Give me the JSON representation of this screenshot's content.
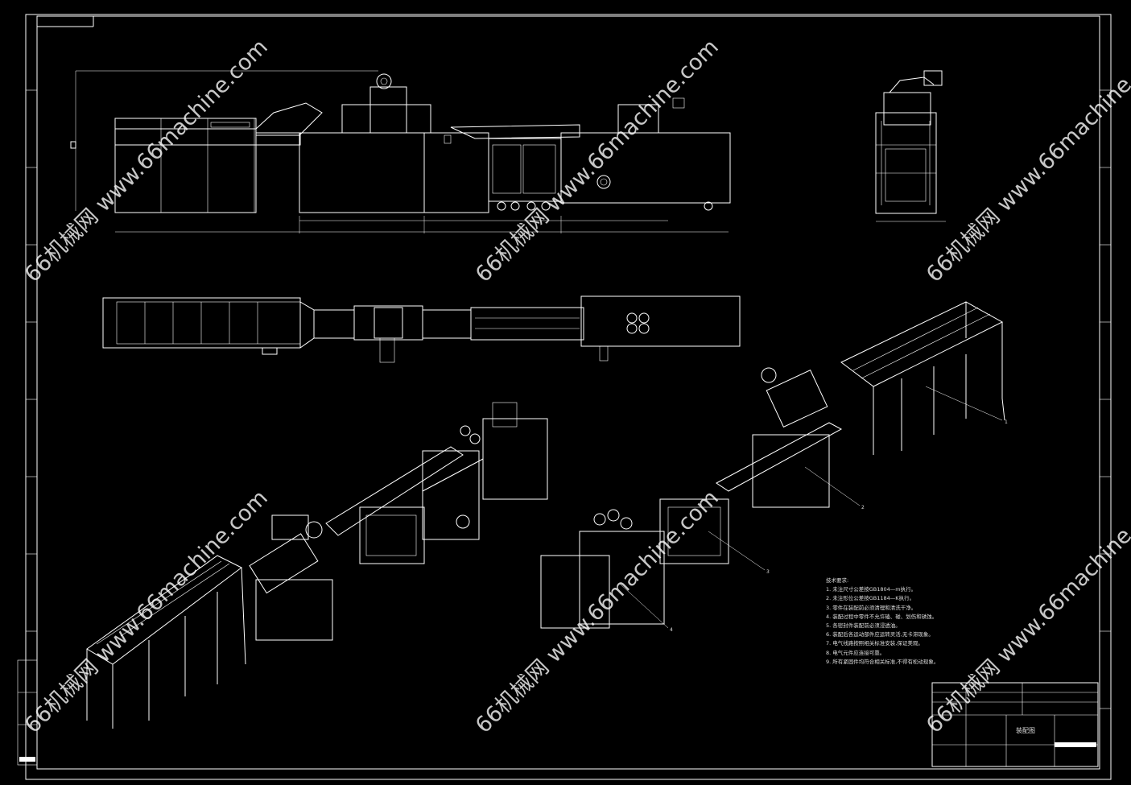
{
  "drawing": {
    "watermark_text": "66机械网 www.66machine.com",
    "watermarks": [
      "66机械网 www.66machine.com",
      "66机械网 www.66machine.com",
      "66机械网 www.66machine.com",
      "66机械网 www.66machine.com",
      "66机械网 www.66machine.com",
      "66机械网 www.66machine.com"
    ],
    "title_block": {
      "title": "装配图"
    },
    "technical_requirements": {
      "heading": "技术要求:",
      "items": [
        "1. 未注尺寸公差按GB1804—m执行。",
        "2. 未注形位公差按GB1184—K执行。",
        "3. 零件在装配前必须清理和清洗干净。",
        "4. 装配过程中零件不允许磕、碰、划伤和锈蚀。",
        "5. 各密封件装配前必须浸透油。",
        "6. 装配后各运动部件应运转灵活,无卡滞现象。",
        "7. 电气线路按照相关标准安装,保证美观。",
        "8. 电气元件应连接可靠。",
        "9. 所有紧固件均符合相关标准,不得有松动现象。"
      ]
    },
    "part_balloons": [
      "1",
      "2",
      "3",
      "4"
    ]
  }
}
